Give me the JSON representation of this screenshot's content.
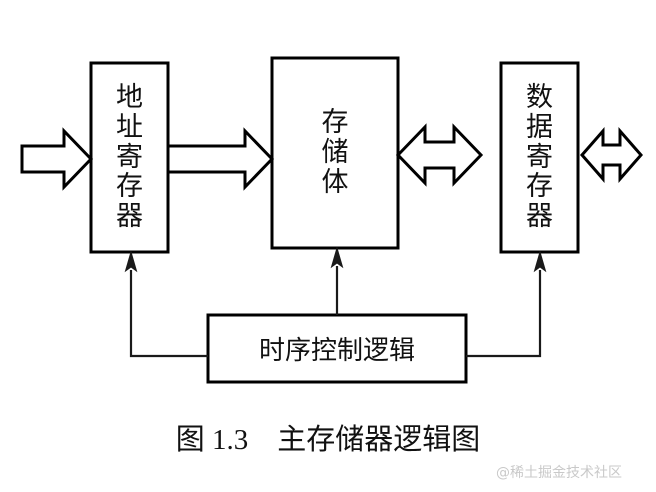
{
  "figure": {
    "caption": "图 1.3    主存储器逻辑图",
    "watermark": "@稀土掘金技术社区",
    "ink_color": "#000000",
    "background_color": "#ffffff",
    "watermark_color": "#c9c9c9"
  },
  "blocks": {
    "address_register": {
      "label": "地址寄存器",
      "chars": [
        "地",
        "址",
        "寄",
        "存",
        "器"
      ],
      "orientation": "vertical"
    },
    "memory_bank": {
      "label": "存储体",
      "chars": [
        "存",
        "储",
        "体"
      ],
      "orientation": "vertical"
    },
    "data_register": {
      "label": "数据寄存器",
      "chars": [
        "数",
        "据",
        "寄",
        "存",
        "器"
      ],
      "orientation": "vertical"
    },
    "timing_control_logic": {
      "label": "时序控制逻辑",
      "orientation": "horizontal"
    }
  },
  "connectors": {
    "address_in": {
      "name": "address-input-arrow",
      "direction": "right",
      "style": "hollow-block"
    },
    "address_to_memory": {
      "name": "address-to-memory-arrow",
      "direction": "right",
      "style": "hollow-block"
    },
    "memory_to_data": {
      "name": "memory-data-bidirectional-arrow",
      "direction": "bidirectional",
      "style": "hollow-block"
    },
    "data_io": {
      "name": "data-io-bidirectional-arrow",
      "direction": "bidirectional",
      "style": "hollow-block"
    },
    "control_to_address": {
      "name": "control-to-address-line",
      "direction": "up",
      "style": "thin-line-arrow"
    },
    "control_to_memory": {
      "name": "control-to-memory-line",
      "direction": "up",
      "style": "thin-line-arrow"
    },
    "control_to_data": {
      "name": "control-to-data-line",
      "direction": "up",
      "style": "thin-line-arrow"
    }
  }
}
